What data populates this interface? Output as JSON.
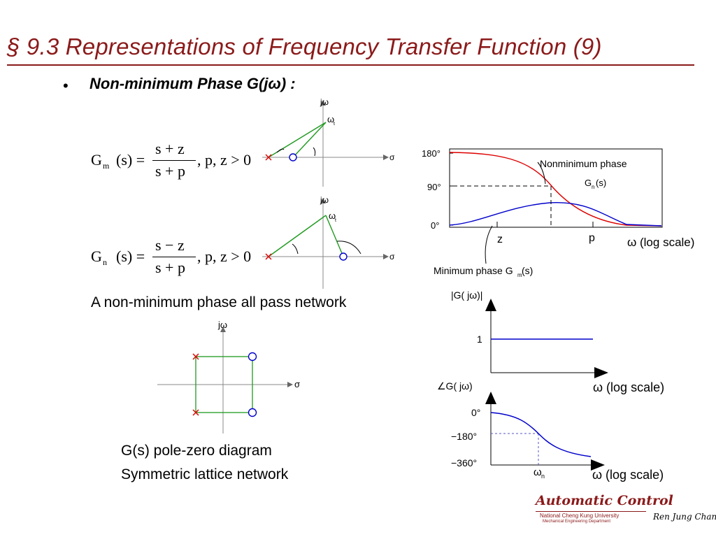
{
  "title": "§ 9.3  Representations of Frequency Transfer Function (9)",
  "bullet": {
    "symbol": "•",
    "text": "Non-minimum Phase G(jω) :"
  },
  "colors": {
    "title": "#8b1a1a",
    "green": "#1f9a1f",
    "blue": "#0000cc",
    "red": "#dd0000"
  },
  "eq1": {
    "lhs": "G",
    "sub": "m",
    "arg": "(s) =",
    "num": "s + z",
    "den": "s + p",
    "cond": ", p, z > 0"
  },
  "eq2": {
    "lhs": "G",
    "sub": "n",
    "arg": "(s) =",
    "num": "s − z",
    "den": "s + p",
    "cond": ", p, z > 0"
  },
  "pz1": {
    "jw": "jω",
    "wt": "ω",
    "wt_sub": "t",
    "sigma": "σ"
  },
  "pz2": {
    "jw": "jω",
    "wt": "ω",
    "wt_sub": "t",
    "sigma": "σ"
  },
  "allpass_text": "A non-minimum phase all pass network",
  "lattice": {
    "jw": "jω",
    "sigma": "σ",
    "caption1": "G(s) pole-zero diagram",
    "caption2": "Symmetric lattice network"
  },
  "phase_plot": {
    "ticks": [
      "180°",
      "90°",
      "0°"
    ],
    "z_label": "z",
    "p_label": "p",
    "nonmin_label": "Nonminimum phase",
    "gn_label": "G",
    "gn_sub": "n",
    "gn_arg": "(s)",
    "min_label": "Minimum phase G",
    "min_sub": "m",
    "min_arg": "(s)",
    "xlabel": "ω (log scale)"
  },
  "mag_plot": {
    "ylabel": "|G( jω)|",
    "tick": "1",
    "xlabel": "ω (log scale)"
  },
  "ph2_plot": {
    "ylabel": "∠G( jω)",
    "ticks": [
      "0°",
      "−180°",
      "−360°"
    ],
    "wn": "ω",
    "wn_sub": "n",
    "xlabel": "ω (log scale)"
  },
  "logo": {
    "name": "Automatic Control",
    "line1": "National Cheng Kung University",
    "line2": "Mechanical Engineering Department",
    "author": "Ren Jung Chang"
  }
}
